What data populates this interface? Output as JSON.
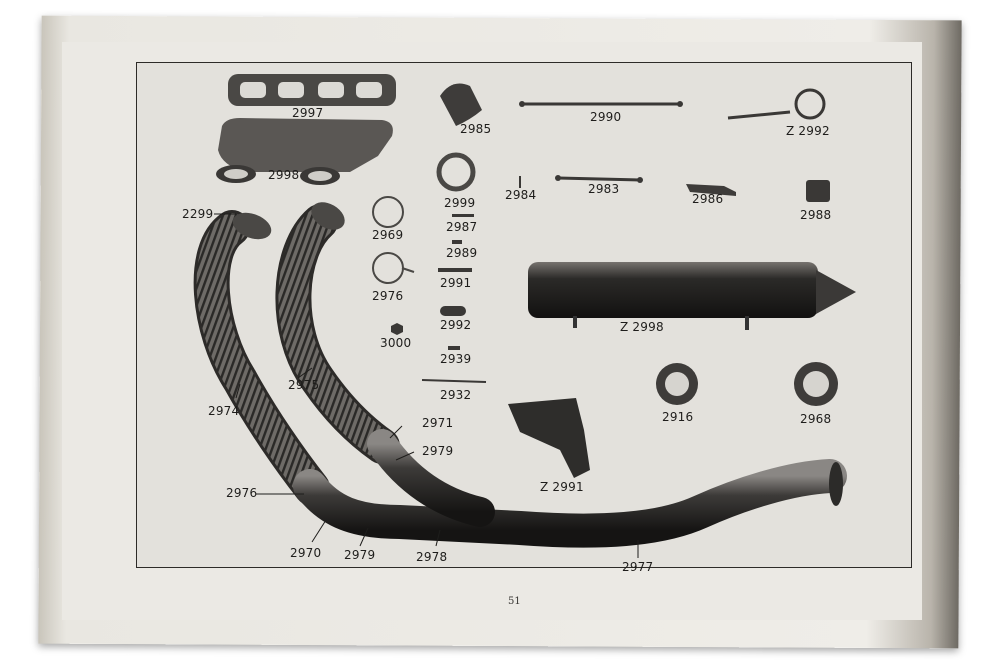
{
  "page_number": "51",
  "labels": {
    "p2997": "2997",
    "p2998": "2998",
    "p2299": "2299",
    "p2985": "2985",
    "p2990": "2990",
    "pZ2992": "Z 2992",
    "p2999": "2999",
    "p2984": "2984",
    "p2983": "2983",
    "p2986": "2986",
    "p2988": "2988",
    "p2969": "2969",
    "p2987": "2987",
    "p2989": "2989",
    "p2976a": "2976",
    "p2991": "2991",
    "pZ2998": "Z 2998",
    "p3000": "3000",
    "p2992": "2992",
    "p2939": "2939",
    "p2932": "2932",
    "p2916": "2916",
    "p2968": "2968",
    "p2974": "2974",
    "p2975": "2975",
    "p2971": "2971",
    "p2979a": "2979",
    "pZ2991": "Z 2991",
    "p2976b": "2976",
    "p2970": "2970",
    "p2979b": "2979",
    "p2978": "2978",
    "p2977": "2977"
  }
}
